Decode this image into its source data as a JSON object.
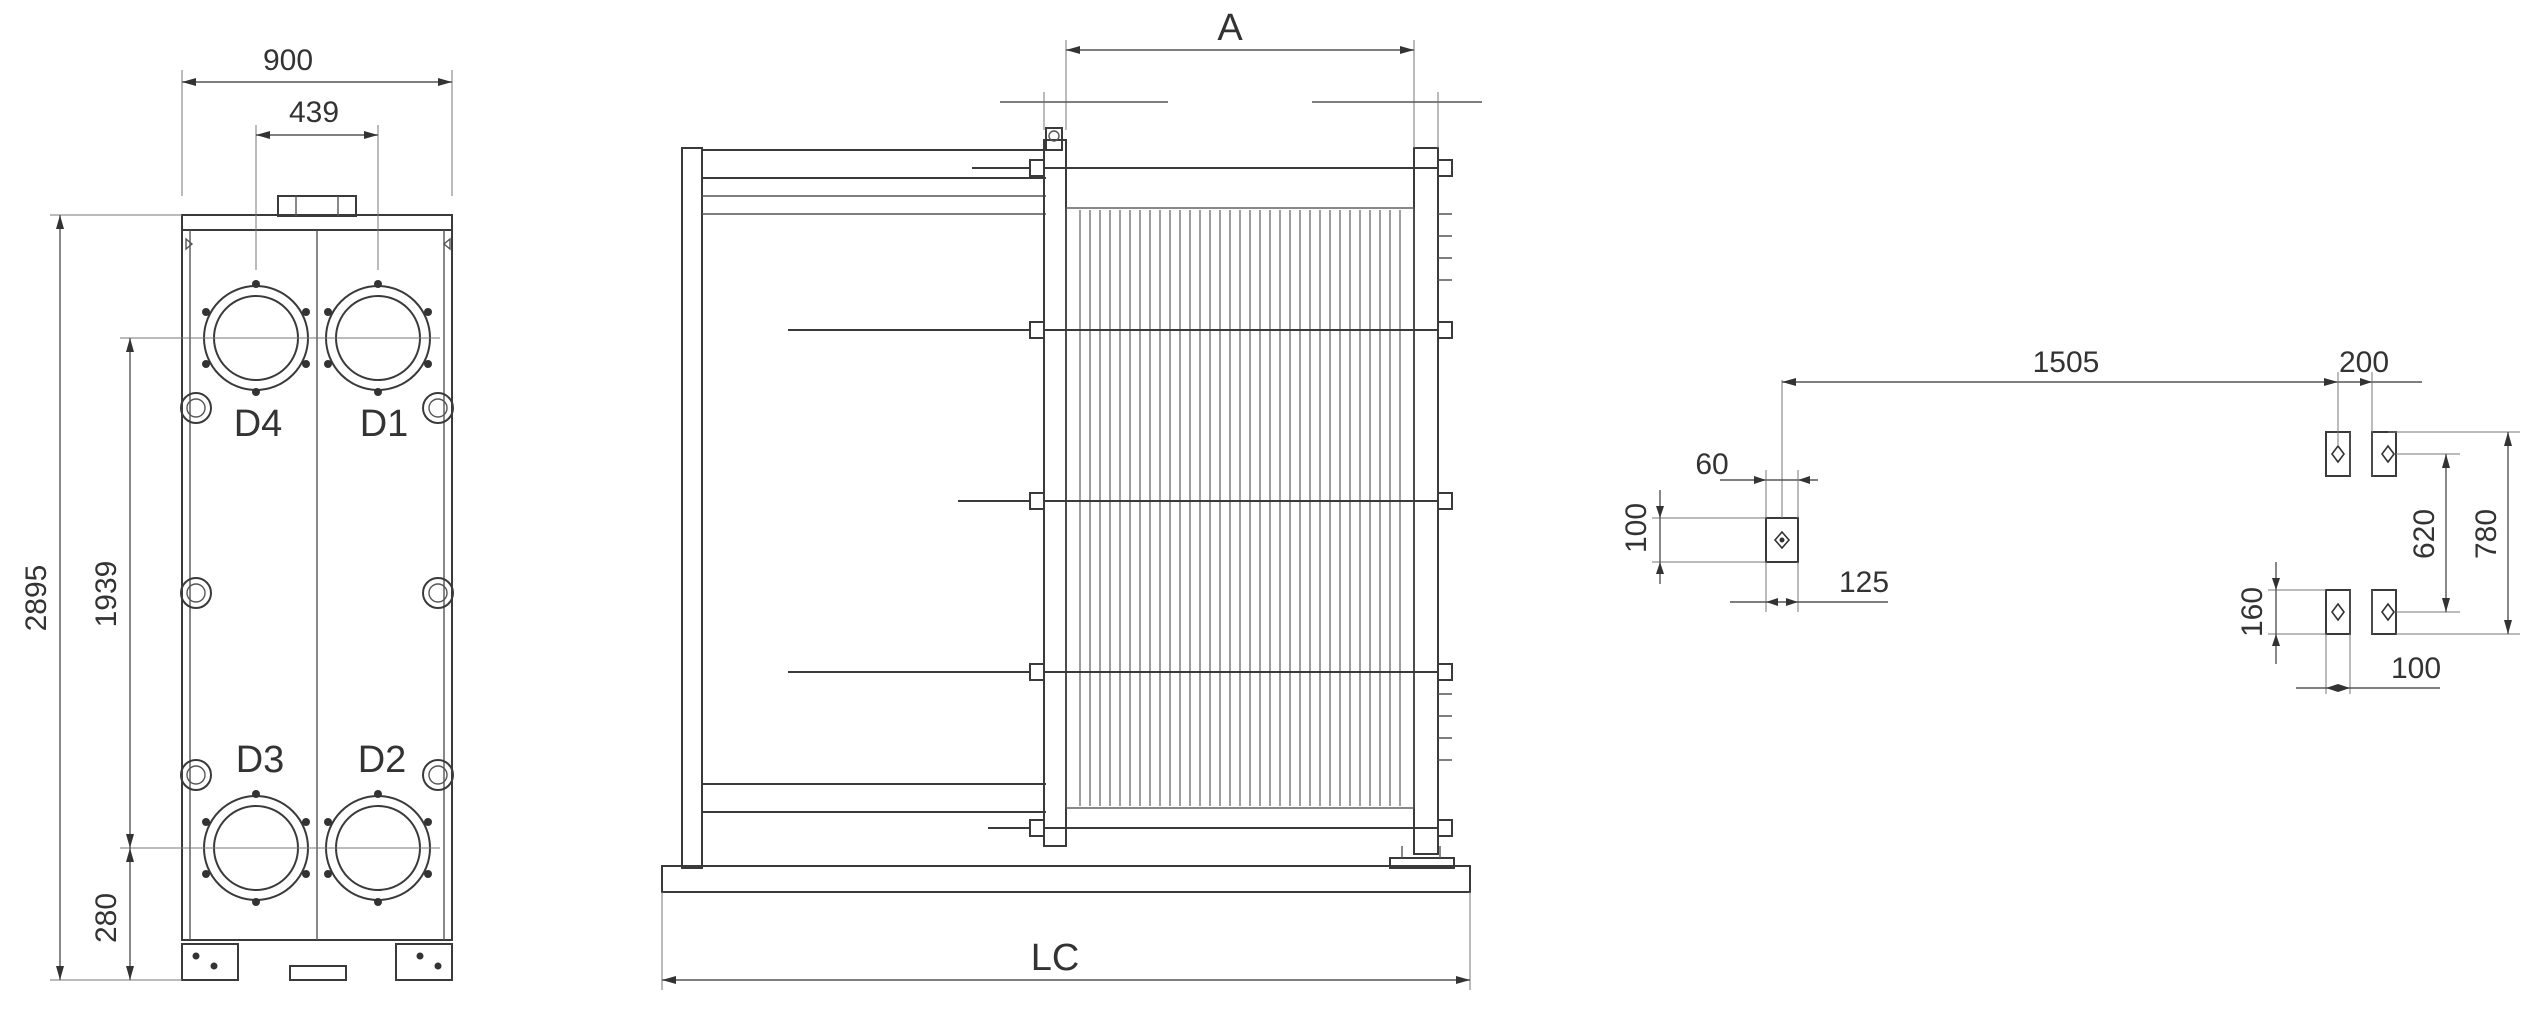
{
  "front_view": {
    "width_overall": "900",
    "port_spacing": "439",
    "height_overall": "2895",
    "port_vertical_spacing": "1939",
    "port_bottom_offset": "280",
    "ports": {
      "d1": "D1",
      "d2": "D2",
      "d3": "D3",
      "d4": "D4"
    }
  },
  "side_view": {
    "plate_pack_length": "A",
    "frame_length": "LC"
  },
  "foundation_plan": {
    "distance_to_foot": "1505",
    "foot_pair_width": "200",
    "fixed_foot_width": "60",
    "fixed_foot_depth": "100",
    "fixed_foot_offset": "125",
    "foot_spacing_inner": "620",
    "foot_spacing_outer": "780",
    "foot_depth": "160",
    "foot_width": "100"
  }
}
